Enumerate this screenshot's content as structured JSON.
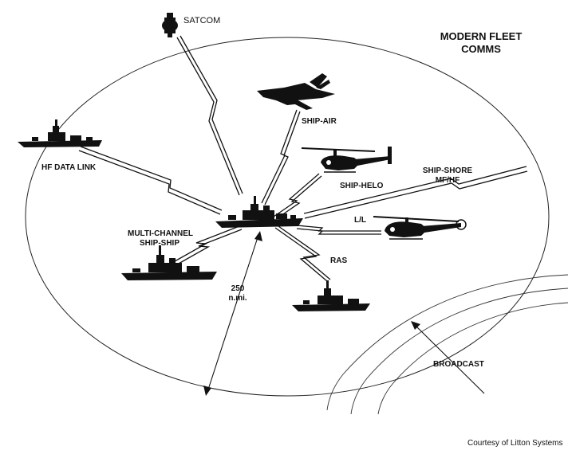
{
  "title": {
    "line1": "MODERN FLEET",
    "line2": "COMMS"
  },
  "labels": {
    "satcom": "SATCOM",
    "ship_air": "SHIP-AIR",
    "hf_data_link": "HF DATA LINK",
    "ship_helo": "SHIP-HELO",
    "ship_shore_1": "SHIP-SHORE",
    "ship_shore_2": "MF/HF",
    "ll": "L/L",
    "multi_channel_1": "MULTI-CHANNEL",
    "multi_channel_2": "SHIP-SHIP",
    "ras": "RAS",
    "range_1": "250",
    "range_2": "n.mi.",
    "broadcast": "BROADCAST"
  },
  "credit": "Courtesy of Litton Systems",
  "colors": {
    "ink": "#111111",
    "background": "#ffffff"
  },
  "icons": [
    "satellite-icon",
    "jet-aircraft-icon",
    "helicopter-icon",
    "warship-icon"
  ]
}
